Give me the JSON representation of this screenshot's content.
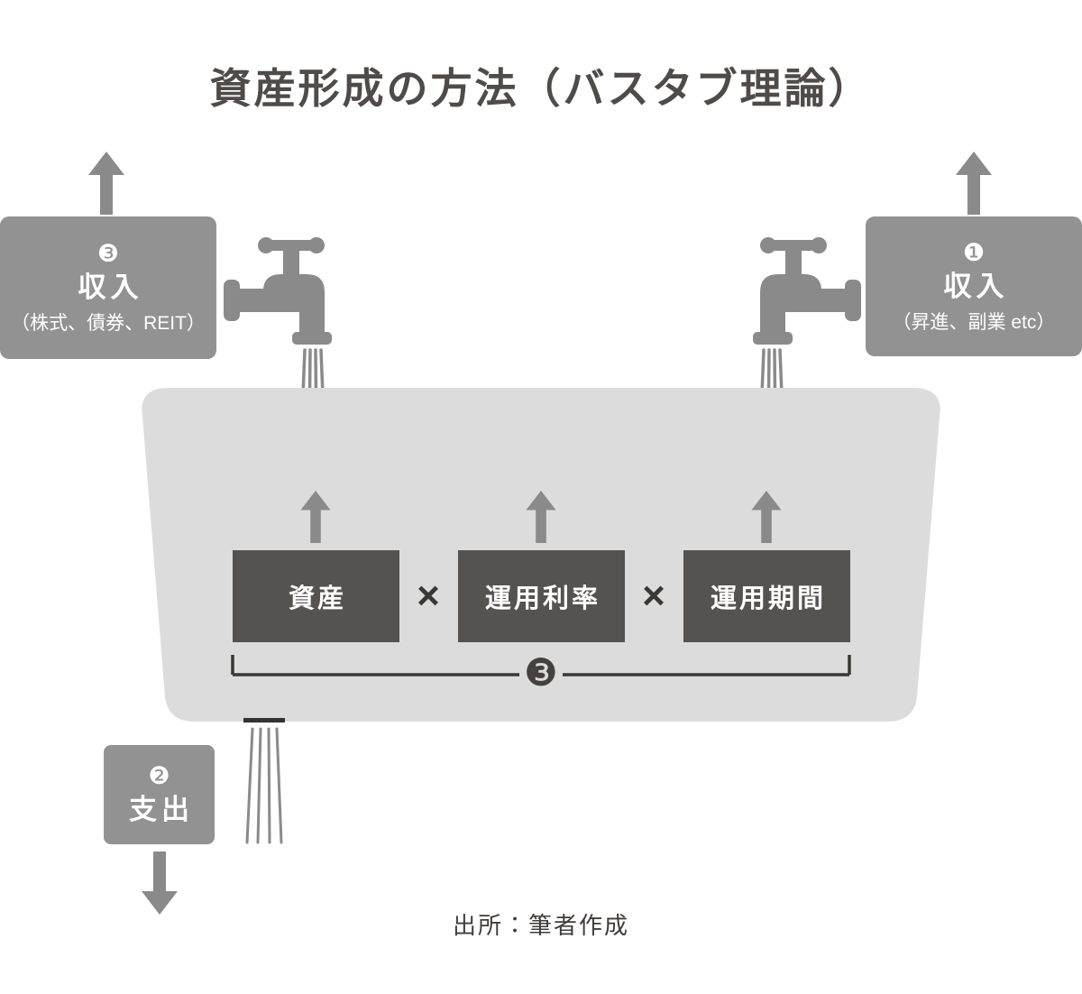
{
  "title": "資産形成の方法（バスタブ理論）",
  "colors": {
    "gray_box": "#929292",
    "dark_box": "#565250",
    "tub": "#dcdcdc",
    "metal": "#8a8a8a",
    "line": "#3a3734"
  },
  "income_left": {
    "number": "❸",
    "label": "収入",
    "detail": "（株式、債券、REIT）"
  },
  "income_right": {
    "number": "❶",
    "label": "収入",
    "detail": "（昇進、副業 etc）"
  },
  "formula": {
    "terms": [
      {
        "label": "資産"
      },
      {
        "label": "運用利率"
      },
      {
        "label": "運用期間"
      }
    ],
    "operator": "×",
    "group_number": "❸"
  },
  "expense": {
    "number": "❷",
    "label": "支出"
  },
  "source": "出所：筆者作成",
  "icons": {
    "faucet": "faucet-icon",
    "water": "water-stream-icon",
    "drain": "drain-icon",
    "arrow_up": "arrow-up-icon",
    "arrow_down": "arrow-down-icon"
  }
}
